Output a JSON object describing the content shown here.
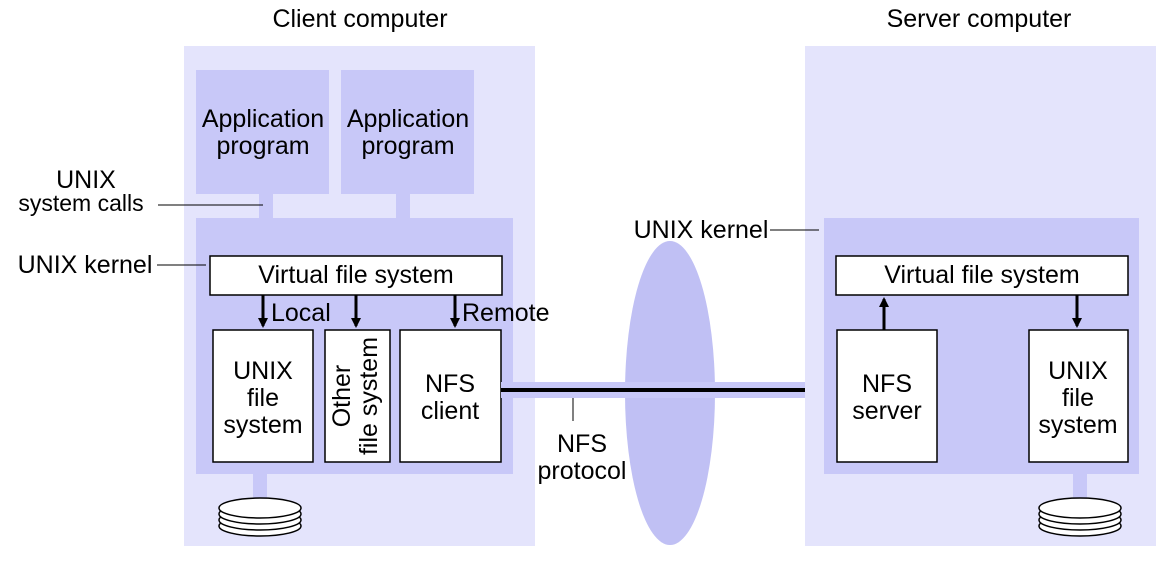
{
  "client": {
    "title": "Client computer",
    "app1": [
      "Application",
      "program"
    ],
    "app2": [
      "Application",
      "program"
    ],
    "syscalls": [
      "UNIX",
      "system calls"
    ],
    "kernel": "UNIX kernel",
    "vfs": "Virtual file system",
    "local": "Local",
    "remote": "Remote",
    "unixfs": [
      "UNIX",
      "file",
      "system"
    ],
    "otherfs": [
      "Other",
      "file system"
    ],
    "nfsclient": [
      "NFS",
      "client"
    ]
  },
  "protocol": [
    "NFS",
    "protocol"
  ],
  "server": {
    "title": "Server computer",
    "kernel": "UNIX kernel",
    "vfs": "Virtual file system",
    "nfsserver": [
      "NFS",
      "server"
    ],
    "unixfs": [
      "UNIX",
      "file",
      "system"
    ]
  },
  "colors": {
    "outer": "#e4e4fc",
    "inner": "#c8c8f8",
    "ellipse": "#c0c0f4"
  }
}
